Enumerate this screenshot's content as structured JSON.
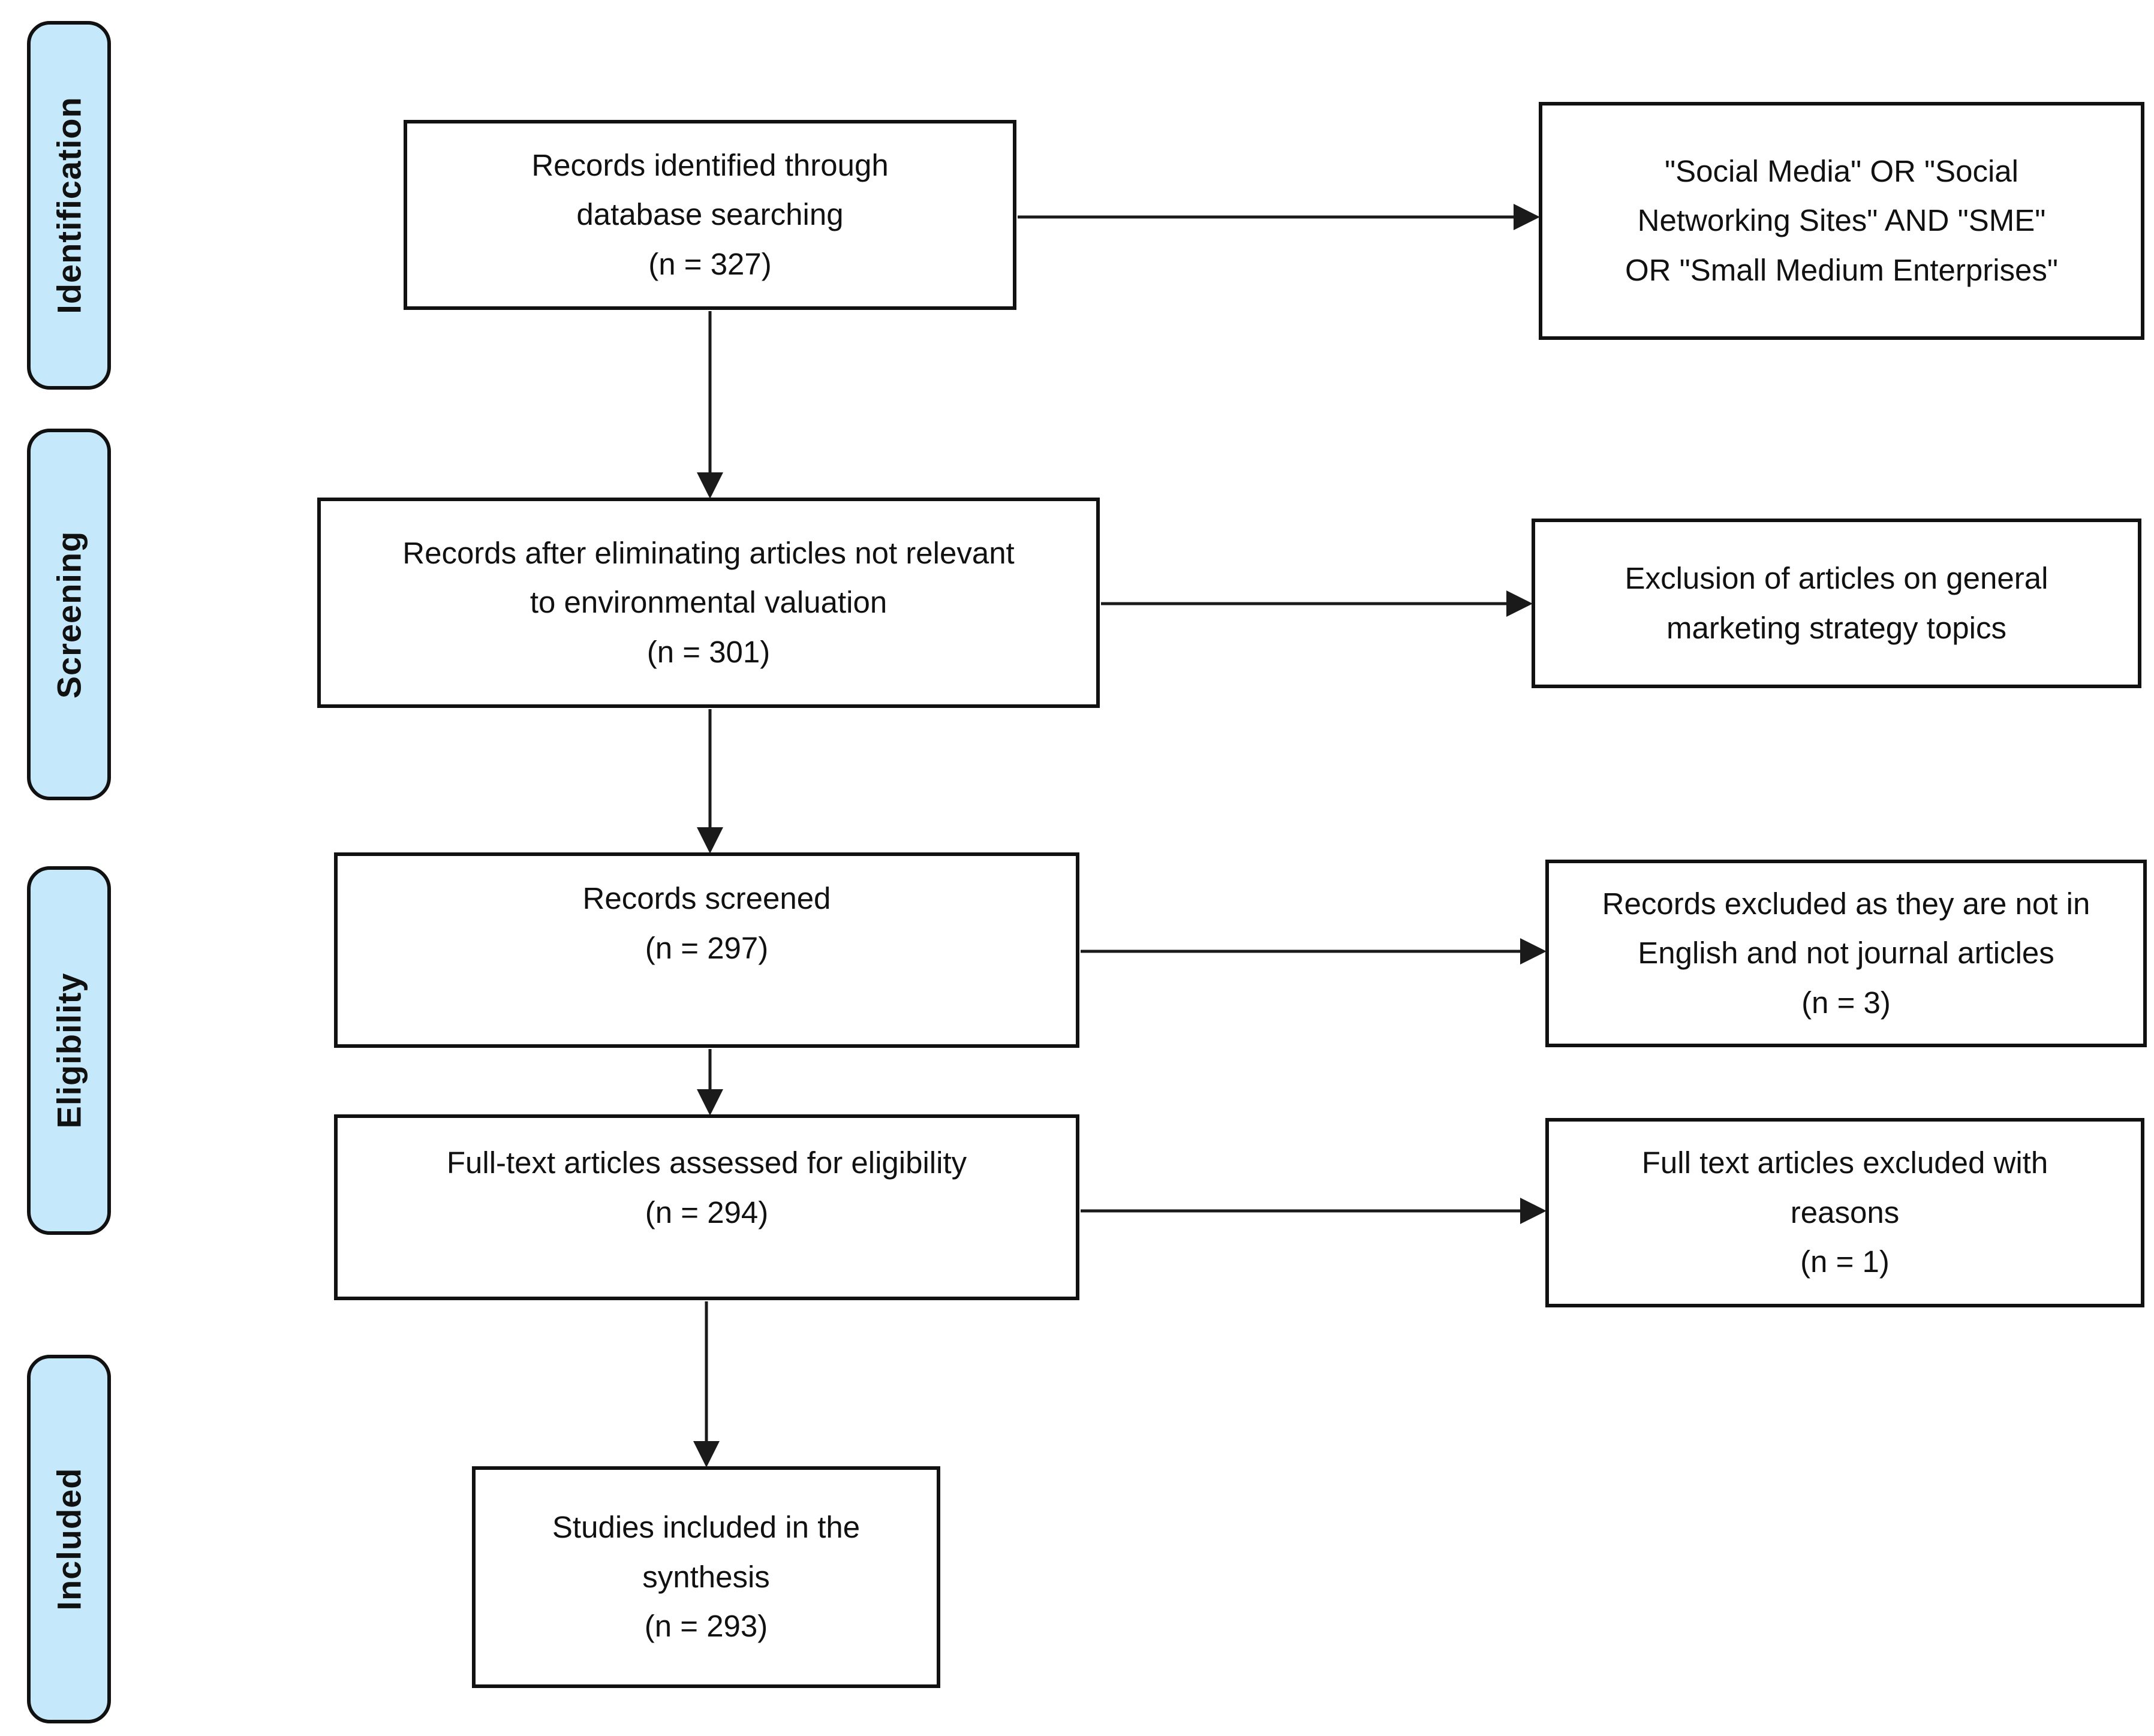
{
  "colors": {
    "stage_fill": "#C5E9FA",
    "box_fill": "#FFFFFF",
    "line": "#1A1A1A"
  },
  "sidebar": {
    "items": [
      {
        "label": "Identification"
      },
      {
        "label": "Screening"
      },
      {
        "label": "Eligibility"
      },
      {
        "label": "Included"
      }
    ]
  },
  "main_boxes": [
    {
      "id": "records-identified",
      "lines": [
        "Records identified through",
        "database searching",
        "(n = 327)"
      ]
    },
    {
      "id": "records-after-eliminating",
      "lines": [
        "Records after eliminating articles not relevant",
        "to environmental valuation",
        "(n = 301)"
      ]
    },
    {
      "id": "records-screened",
      "lines": [
        "Records screened",
        "(n = 297)"
      ]
    },
    {
      "id": "fulltext-assessed",
      "lines": [
        "Full-text articles assessed for eligibility",
        "(n =  294)"
      ]
    },
    {
      "id": "studies-included",
      "lines": [
        "Studies included in the",
        "synthesis",
        "(n = 293)"
      ]
    }
  ],
  "side_boxes": [
    {
      "id": "search-terms",
      "lines": [
        "\"Social Media\" OR \"Social",
        "Networking Sites\" AND \"SME\"",
        "OR \"Small Medium Enterprises\""
      ]
    },
    {
      "id": "exclusion-general-marketing",
      "lines": [
        "Exclusion of articles on general",
        "marketing strategy topics"
      ]
    },
    {
      "id": "records-excluded-language",
      "lines": [
        "Records excluded as they are not in",
        "English and not journal articles",
        "(n = 3)"
      ]
    },
    {
      "id": "fulltext-excluded",
      "lines": [
        "Full text articles excluded with",
        "reasons",
        "(n = 1)"
      ]
    }
  ]
}
